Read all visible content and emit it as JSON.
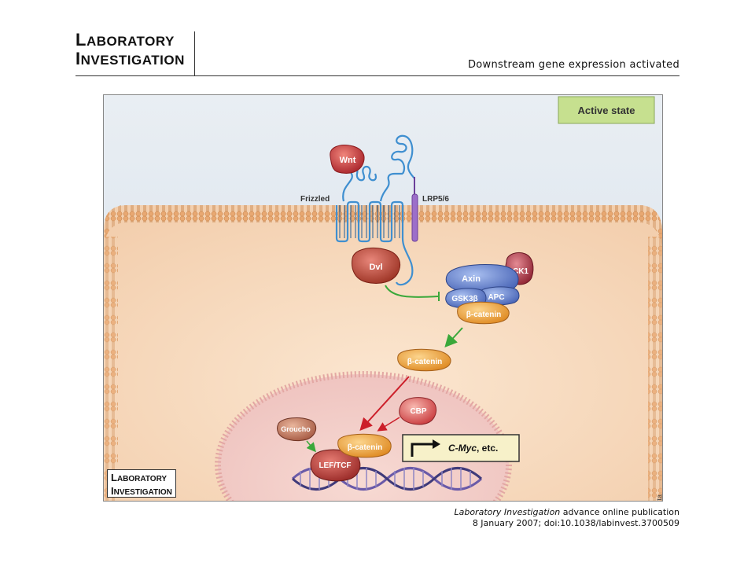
{
  "header": {
    "logo_line1_cap": "L",
    "logo_line1_rest": "ABORATORY",
    "logo_line2_cap": "I",
    "logo_line2_rest": "NVESTIGATION",
    "title": "Downstream gene expression activated"
  },
  "figure": {
    "state_box": "Active state",
    "labels": {
      "wnt": "Wnt",
      "frizzled": "Frizzled",
      "lrp": "LRP5/6",
      "dvl": "Dvl",
      "axin": "Axin",
      "ck1": "CK1",
      "gsk3b": "GSK3β",
      "apc": "APC",
      "bcat_complex": "β-catenin",
      "bcat_free": "β-catenin",
      "cbp": "CBP",
      "groucho": "Groucho",
      "bcat_nuclear": "β-catenin",
      "leftcf": "LEF/TCF",
      "target_gene": "C-Myc",
      "target_suffix": ", etc."
    },
    "logo_line1_cap": "L",
    "logo_line1_rest": "ABORATORY",
    "logo_line2_cap": "I",
    "logo_line2_rest": "NVESTIGATION",
    "credit": "Rebecca Henretta"
  },
  "footer": {
    "journal": "Laboratory Investigation",
    "line1_rest": " advance online publication",
    "line2": "8 January 2007; doi:10.1038/labinvest.3700509"
  },
  "colors": {
    "extracellular": "#d9e4ef",
    "cytoplasm": "#f8dcc0",
    "nucleus": "#f2cfd2",
    "state_box": "#c6e08f",
    "wnt": "#c8282a",
    "dvl": "#b83c2c",
    "axin": "#5b78c6",
    "ck1": "#a8343f",
    "bcatenin": "#eea23a",
    "cbp": "#d8464a",
    "receptor": "#3f8fd0",
    "green_arrow": "#3aa83a",
    "red_arrow": "#cc1f2a"
  }
}
